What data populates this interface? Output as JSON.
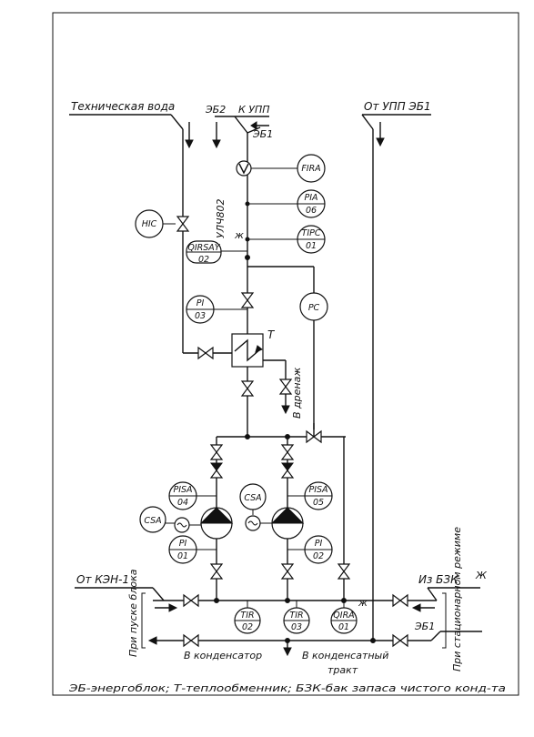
{
  "labels": {
    "tech_water": "Техническая вода",
    "from_upp_eb1": "От УПП ЭБ1",
    "eb2": "ЭБ2",
    "to_upp": "К УПП",
    "eb1_top": "ЭБ1",
    "tag_code": "УЛЧ802",
    "mark_z": "ж",
    "heater": "Т",
    "to_drain": "В дренаж",
    "from_ken": "От КЭН-1",
    "from_bzk": "Из БЗК",
    "mark_bzk": "Ж",
    "eb1_bottom": "ЭБ1",
    "startup_left": "При пуске блока",
    "startup_right": "При стационарном режиме",
    "to_condenser": "В конденсатор",
    "to_cond_path_1": "В конденсатный",
    "to_cond_path_2": "тракт",
    "mark_qira": "ж",
    "caption": "ЭБ-энергоблок; Т-теплообменник; БЗК-бак запаса чистого конд-та"
  },
  "instruments": [
    {
      "id": "fira",
      "tag": "FIRA",
      "num": ""
    },
    {
      "id": "pia06",
      "tag": "PIA",
      "num": "06"
    },
    {
      "id": "tipc01",
      "tag": "TIPC",
      "num": "01"
    },
    {
      "id": "hic",
      "tag": "HIC",
      "num": ""
    },
    {
      "id": "qirsay",
      "tag": "QIRSAY",
      "num": "02"
    },
    {
      "id": "pi03",
      "tag": "PI",
      "num": "03"
    },
    {
      "id": "pc",
      "tag": "PC",
      "num": ""
    },
    {
      "id": "pisa04",
      "tag": "PISA",
      "num": "04"
    },
    {
      "id": "pisa05",
      "tag": "PISA",
      "num": "05"
    },
    {
      "id": "csa_mid",
      "tag": "CSA",
      "num": ""
    },
    {
      "id": "csa_left",
      "tag": "CSA",
      "num": ""
    },
    {
      "id": "pi01",
      "tag": "PI",
      "num": "01"
    },
    {
      "id": "pi02",
      "tag": "PI",
      "num": "02"
    },
    {
      "id": "tir02",
      "tag": "TIR",
      "num": "02"
    },
    {
      "id": "tir03",
      "tag": "TIR",
      "num": "03"
    },
    {
      "id": "qira01",
      "tag": "QIRA",
      "num": "01"
    }
  ]
}
